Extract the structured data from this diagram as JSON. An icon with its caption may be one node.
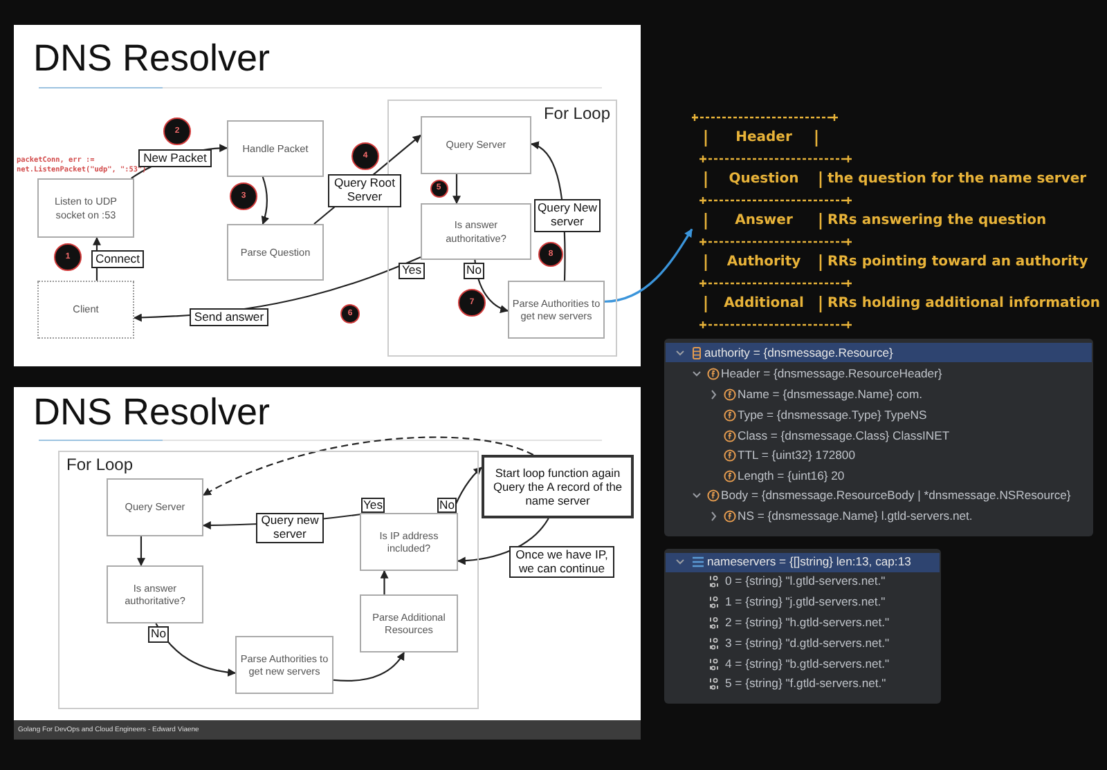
{
  "diagram": {
    "nodes": [
      {
        "text": [
          "Listen to UDP socket on :53"
        ],
        "beside": [
          "packetConn, err := net.ListenPacket(\"udp\", \":53\")"
        ]
      },
      {
        "text": [
          "Handle Packet"
        ]
      },
      {
        "text": [
          "Parse Question"
        ]
      },
      {
        "text": [
          "Client"
        ]
      },
      {
        "text": [
          "For Loop"
        ]
      },
      {
        "text": [
          "Query Server"
        ],
        "in": 4
      },
      {
        "text": [
          "Is answer authoritative?"
        ],
        "in": 4
      },
      {
        "text": [
          "Parse Authorities to get new servers"
        ],
        "in": 4
      },
      {
        "text": [
          "Header",
          "Question",
          "the question for the name server",
          "Answer",
          "RRs answering the question",
          "Authority",
          "RRs pointing toward an authority",
          "Additional",
          "RRs holding additional information"
        ]
      },
      {
        "text": [
          "For Loop"
        ]
      },
      {
        "text": [
          "Query Server"
        ],
        "in": 9
      },
      {
        "text": [
          "Is answer authoritative?"
        ],
        "in": 9
      },
      {
        "text": [
          "Parse Authorities to get new servers"
        ],
        "in": 9
      },
      {
        "text": [
          "Parse Additional Resources"
        ],
        "in": 9
      },
      {
        "text": [
          "Is IP address included?"
        ],
        "in": 9
      },
      {
        "text": [
          "Start loop function again Query the A record of the name server"
        ]
      }
    ],
    "edges": [
      {
        "from": 3,
        "to": 0,
        "arrow": "to",
        "label": "Connect"
      },
      {
        "from": 0,
        "to": 1,
        "arrow": "to",
        "label": "New Packet"
      },
      {
        "from": 1,
        "to": 2,
        "arrow": "to"
      },
      {
        "from": 2,
        "to": 5,
        "arrow": "to",
        "label": "Query Root Server"
      },
      {
        "from": 5,
        "to": 6,
        "arrow": "to"
      },
      {
        "from": 6,
        "to": 3,
        "arrow": "to",
        "label": "Send answer"
      },
      {
        "from": 6,
        "to": 7,
        "arrow": "to",
        "label": "No"
      },
      {
        "from": 7,
        "to": 5,
        "arrow": "to",
        "label": "Query New server"
      },
      {
        "from": 7,
        "to": 8,
        "arrow": "to",
        "color": "#3b95db"
      },
      {
        "from": 10,
        "to": 11,
        "arrow": "to"
      },
      {
        "from": 11,
        "to": 12,
        "arrow": "to",
        "label": "No"
      },
      {
        "from": 12,
        "to": 13,
        "arrow": "to"
      },
      {
        "from": 13,
        "to": 14,
        "arrow": "to"
      },
      {
        "from": 14,
        "to": 10,
        "arrow": "to",
        "label": "Query new server"
      },
      {
        "from": 14,
        "to": 15,
        "arrow": "to",
        "label": "No"
      },
      {
        "from": 15,
        "to": 14,
        "arrow": "to",
        "label": "Once we have IP, we can continue"
      },
      {
        "from": 15,
        "to": 10,
        "arrow": "to",
        "style": "dashed"
      }
    ],
    "labels": [
      "DNS Resolver",
      "1",
      "2",
      "3",
      "4",
      "5",
      "6",
      "7",
      "8",
      "Yes",
      "DNS Resolver",
      "Yes",
      "authority = {dnsmessage.Resource}",
      "Header = {dnsmessage.ResourceHeader}",
      "Name = {dnsmessage.Name} com.",
      "Type = {dnsmessage.Type} TypeNS",
      "Class = {dnsmessage.Class} ClassINET",
      "TTL = {uint32} 172800",
      "Length = {uint16} 20",
      "Body = {dnsmessage.ResourceBody | *dnsmessage.NSResource}",
      "NS = {dnsmessage.Name} l.gtld-servers.net.",
      "nameservers = {[]string} len:13, cap:13",
      "0 = {string} \"l.gtld-servers.net.\"",
      "1 = {string} \"j.gtld-servers.net.\"",
      "2 = {string} \"h.gtld-servers.net.\"",
      "3 = {string} \"d.gtld-servers.net.\"",
      "4 = {string} \"b.gtld-servers.net.\"",
      "5 = {string} \"f.gtld-servers.net.\"",
      "Golang For DevOps and Cloud Engineers - Edward Viaene"
    ]
  }
}
